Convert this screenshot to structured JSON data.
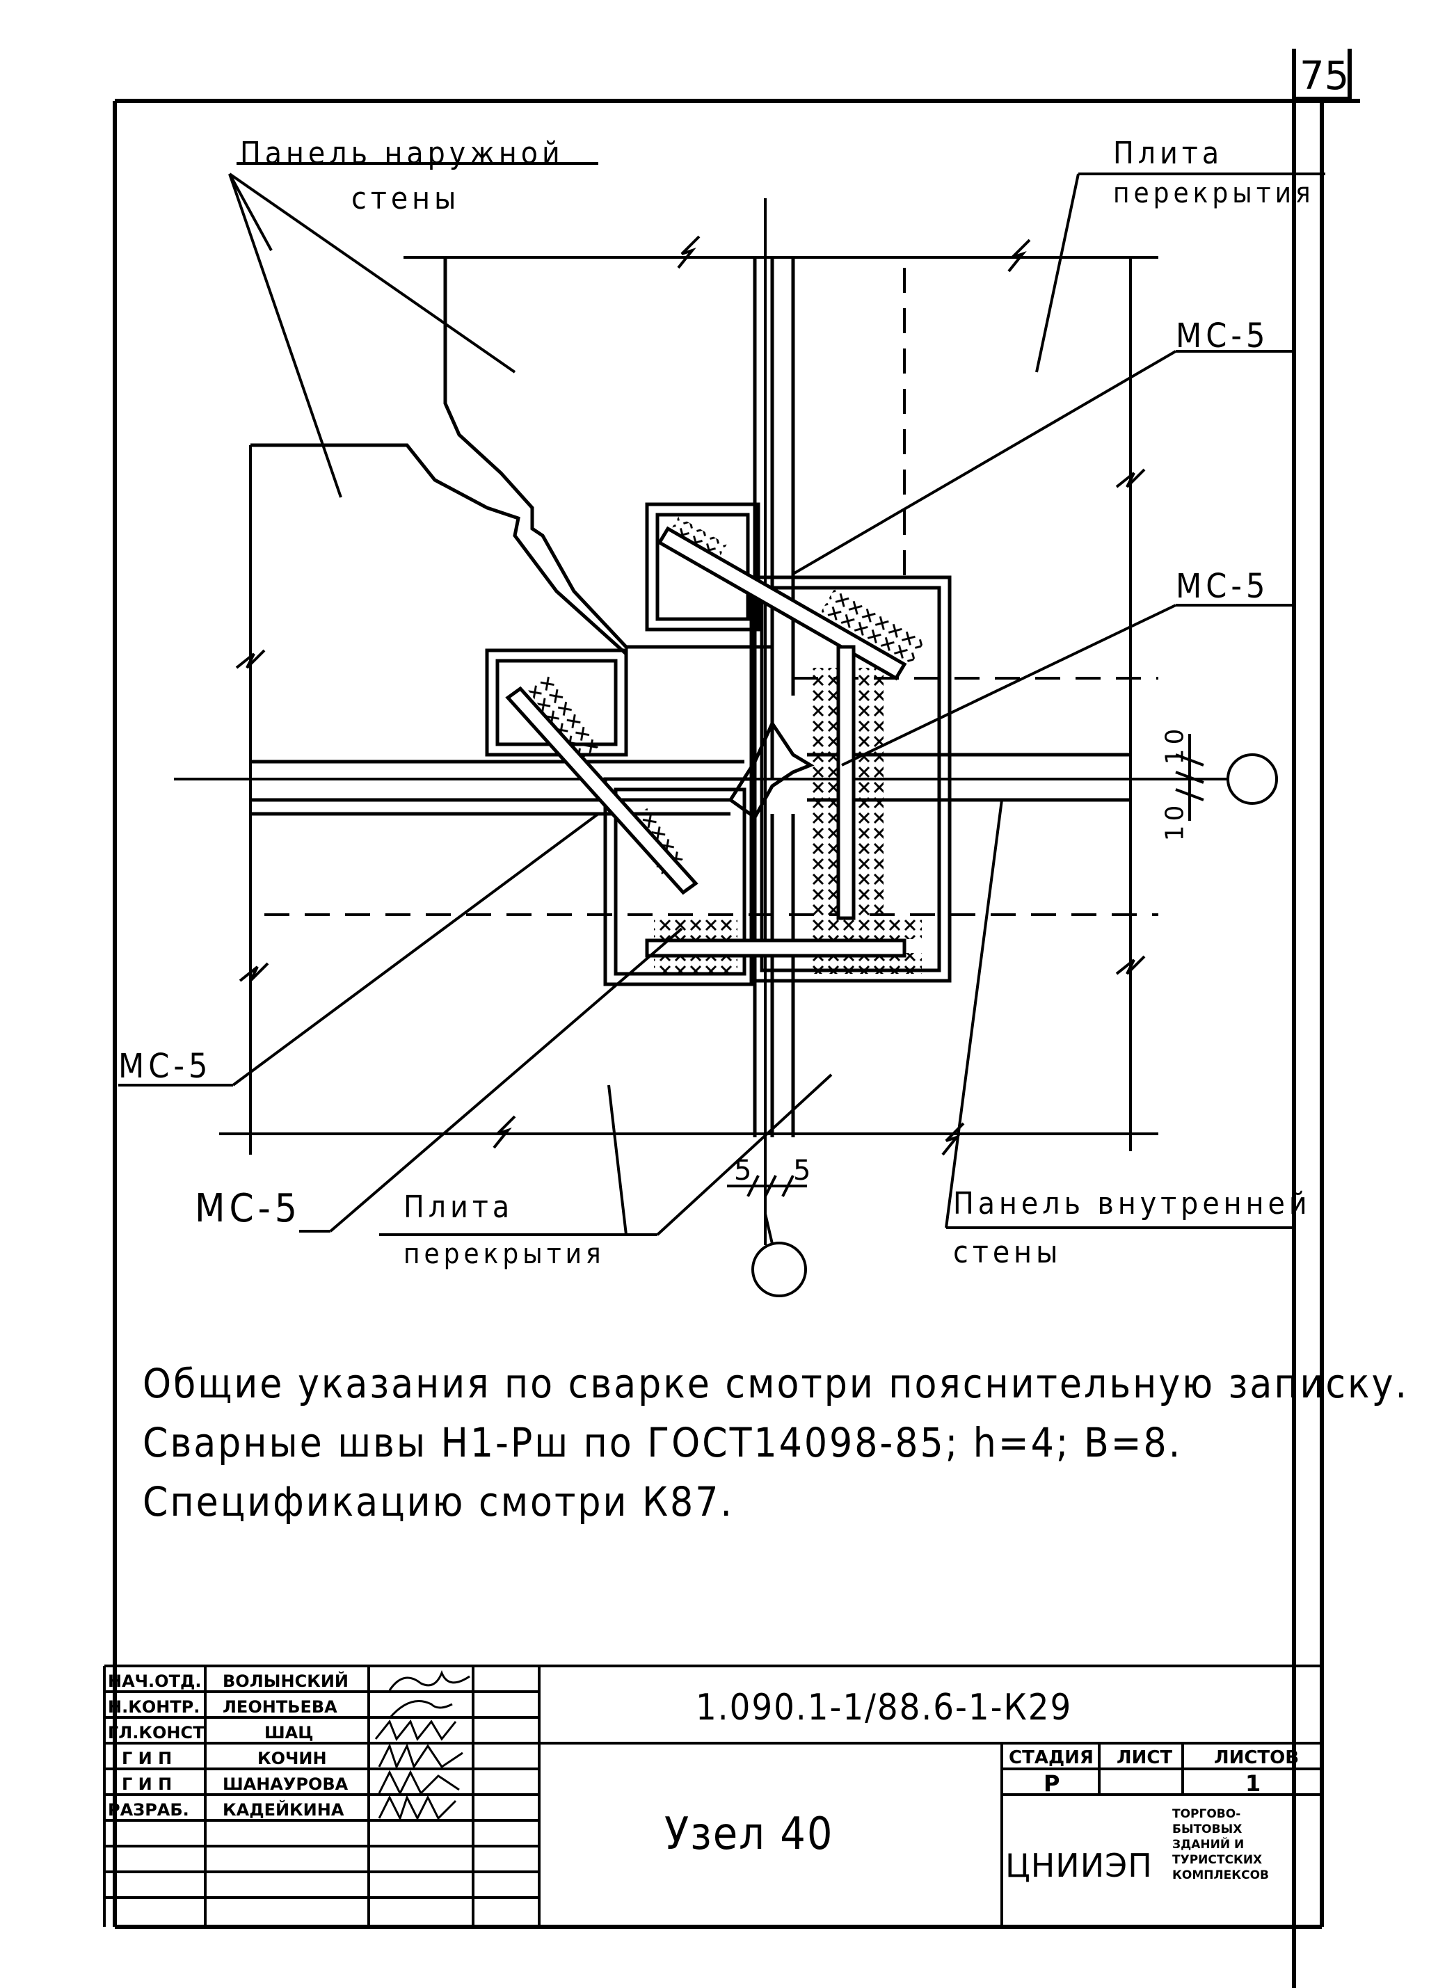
{
  "sheet_number": "75",
  "labels": {
    "outer_panel_l1": "Панель наружной",
    "outer_panel_l2": "стены",
    "slab_top_l1": "Плита",
    "slab_top_l2": "перекрытия",
    "mc5_a": "МС-5",
    "mc5_b": "МС-5",
    "mc5_c": "МС-5",
    "mc5_d": "МС-5",
    "slab_bottom_l1": "Плита",
    "slab_bottom_l2": "перекрытия",
    "inner_panel_l1": "Панель внутренней",
    "inner_panel_l2": "стены",
    "dim_10_top": "10",
    "dim_10_bottom": "10",
    "dim_5_left": "5",
    "dim_5_right": "5"
  },
  "notes": [
    "Общие указания по сварке смотри пояснительную записку.",
    "Сварные швы Н1-Рш по ГОСТ14098-85; h=4; B=8.",
    "Спецификацию смотри К87."
  ],
  "title_block": {
    "roles": [
      "НАЧ.ОТД.",
      "Н.КОНТР.",
      "ГЛ.КОНСТ",
      "Г И П",
      "Г И П",
      "РАЗРАБ."
    ],
    "names": [
      "ВОЛЫНСКИЙ",
      "ЛЕОНТЬЕВА",
      "ШАЦ",
      "КОЧИН",
      "ШАНАУРОВА",
      "КАДЕЙКИНА"
    ],
    "document_code": "1.090.1-1/88.6-1-К29",
    "drawing_title": "Узел 40",
    "stage_header": "СТАДИЯ",
    "sheet_header": "ЛИСТ",
    "sheets_header": "ЛИСТОВ",
    "stage_value": "Р",
    "sheets_value": "1",
    "organization": "ЦНИИЭП",
    "org_desc": [
      "ТОРГОВО-",
      "БЫТОВЫХ",
      "ЗДАНИЙ И",
      "ТУРИСТСКИХ",
      "КОМПЛЕКСОВ"
    ]
  }
}
